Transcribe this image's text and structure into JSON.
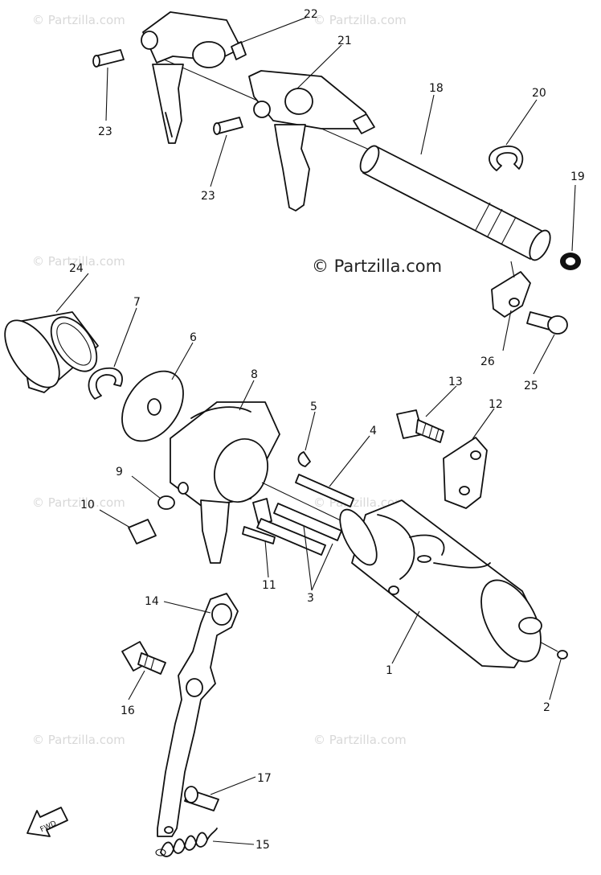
{
  "copyright": "© Partzilla.com",
  "watermark": "© Partzilla.com",
  "fwd_label": "FWD",
  "callouts": {
    "p1": "1",
    "p2": "2",
    "p3": "3",
    "p4": "4",
    "p5": "5",
    "p6": "6",
    "p7": "7",
    "p8": "8",
    "p9": "9",
    "p10": "10",
    "p11": "11",
    "p12": "12",
    "p13": "13",
    "p14": "14",
    "p15": "15",
    "p16": "16",
    "p17": "17",
    "p18": "18",
    "p19": "19",
    "p20": "20",
    "p21": "21",
    "p22": "22",
    "p23a": "23",
    "p23b": "23",
    "p24": "24",
    "p25": "25",
    "p26": "26"
  }
}
